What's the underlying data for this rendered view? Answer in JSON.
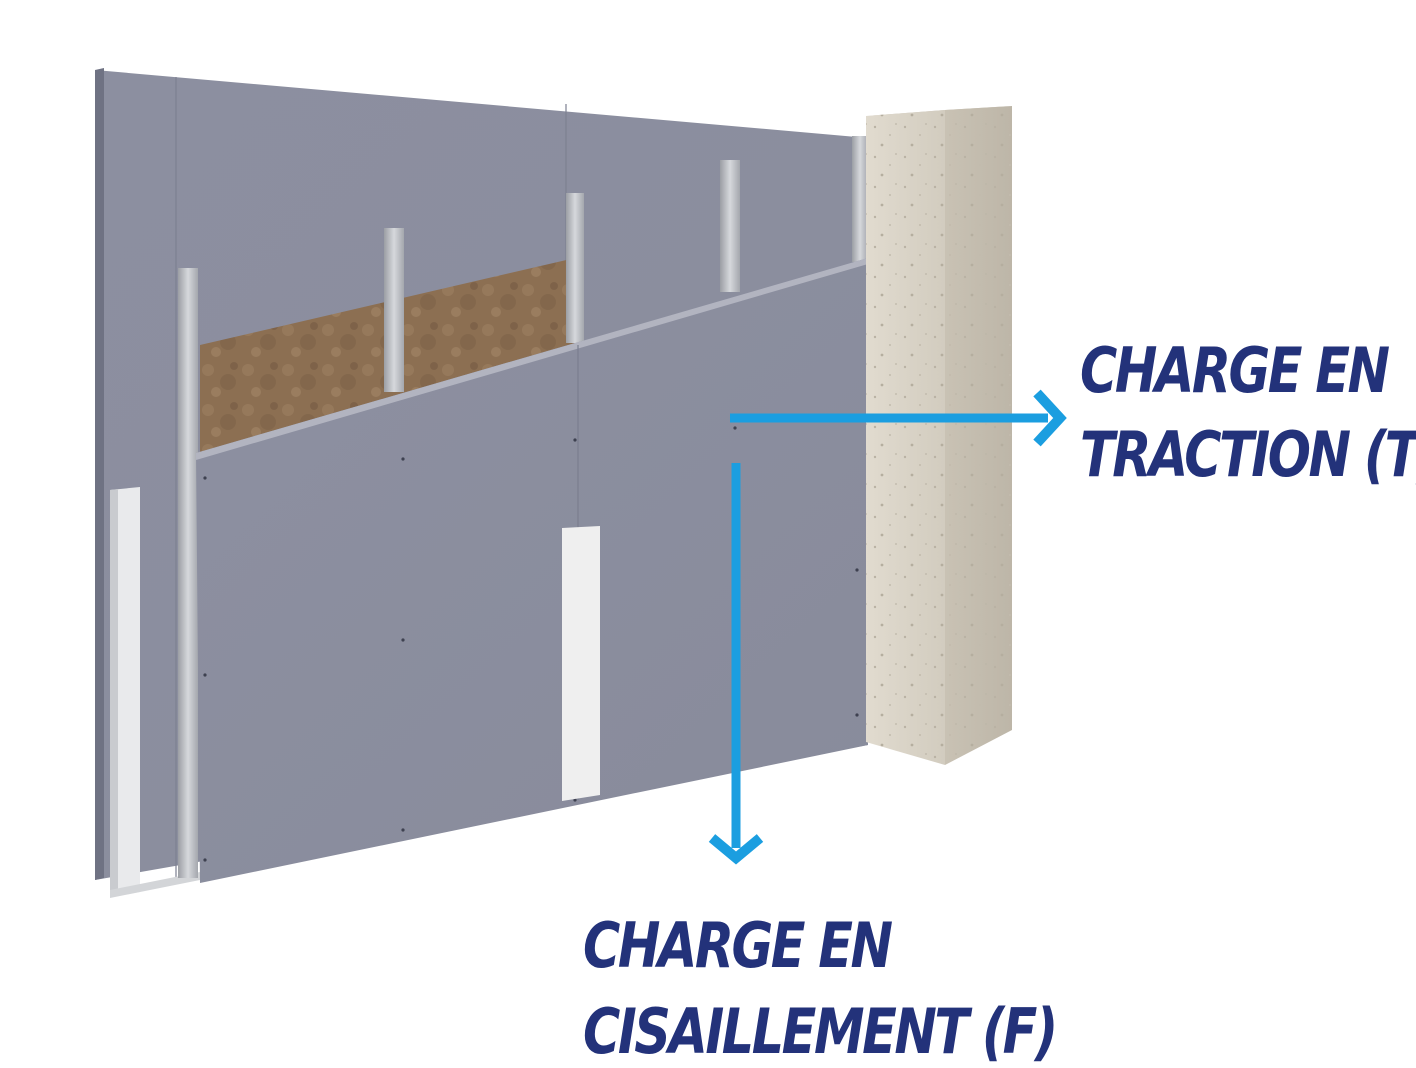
{
  "colors": {
    "label": "#23327a",
    "arrow": "#1b9ee0",
    "board": "#8f92a3",
    "board_dark": "#7d8092",
    "insulation": "#8b6d4f",
    "concrete": "#d9d3c7",
    "stud": "#b6b9be"
  },
  "labels": {
    "traction": {
      "line1": "CHARGE EN",
      "line2": "TRACTION (T)"
    },
    "shear": {
      "line1": "CHARGE EN",
      "line2": "CISAILLEMENT (F)"
    }
  }
}
